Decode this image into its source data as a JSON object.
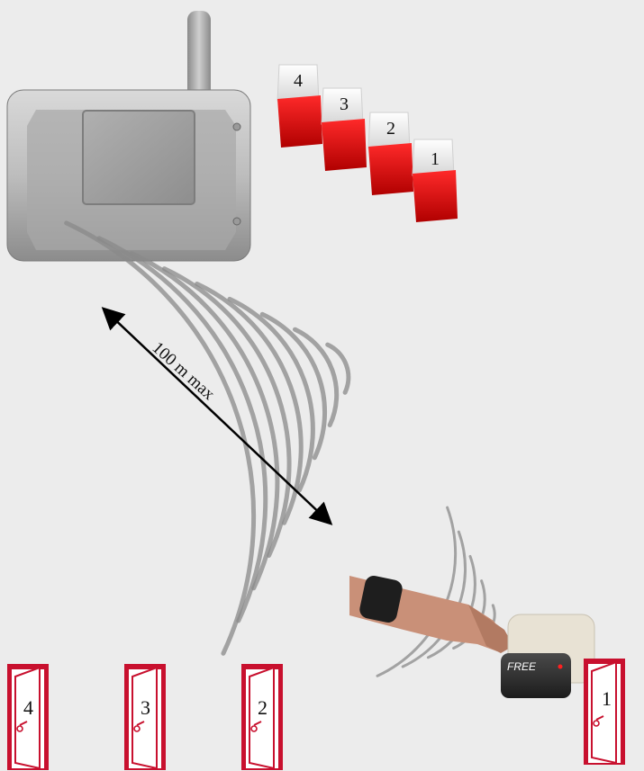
{
  "distance_label": "100 m max",
  "sirens": [
    {
      "number": "4"
    },
    {
      "number": "3"
    },
    {
      "number": "2"
    },
    {
      "number": "1"
    }
  ],
  "doors": [
    {
      "number": "4"
    },
    {
      "number": "3"
    },
    {
      "number": "2"
    },
    {
      "number": "1"
    }
  ],
  "reader": {
    "brand": "FREE"
  },
  "colors": {
    "background": "#ececec",
    "door_red": "#c8102e",
    "siren_red": "#e8151e",
    "reader_body": "#e6e0d2",
    "arrow": "#000000"
  }
}
